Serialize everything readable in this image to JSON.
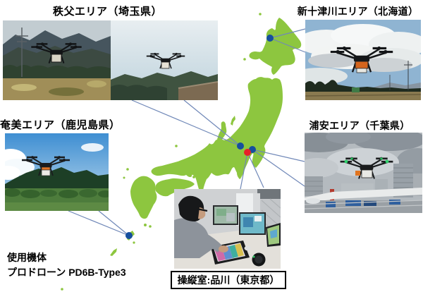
{
  "figure": {
    "regions": {
      "chichibu": {
        "label": "秩父エリア（埼玉県）"
      },
      "shintotsukawa": {
        "label": "新十津川エリア（北海道）"
      },
      "amami": {
        "label": "奄美エリア（鹿児島県）"
      },
      "urayasu": {
        "label": "浦安エリア（千葉県）"
      }
    },
    "control_room": {
      "label": "操縦室:品川（東京都）"
    },
    "aircraft_info": {
      "heading": "使用機体",
      "model": "プロドローン PD6B-Type3"
    },
    "map": {
      "land_color": "#8dc63f",
      "site_marker_color": "#164f9e",
      "control_marker_color": "#e62129",
      "connector_color": "#7088b8",
      "markers": [
        "shintotsukawa",
        "chichibu",
        "urayasu",
        "shinagawa-control",
        "amami"
      ]
    },
    "photos": {
      "chichibu_1": "drone flying over field with mountains",
      "chichibu_2": "drone in sky above wooded hills",
      "shintotsukawa_1": "drone with orange payload under cloudy sky",
      "amami_1": "drone over grassland with green mountain",
      "urayasu_1": "drone above urban rooftop with buildings",
      "control_room_1": "operator monitoring multiple screens"
    }
  }
}
